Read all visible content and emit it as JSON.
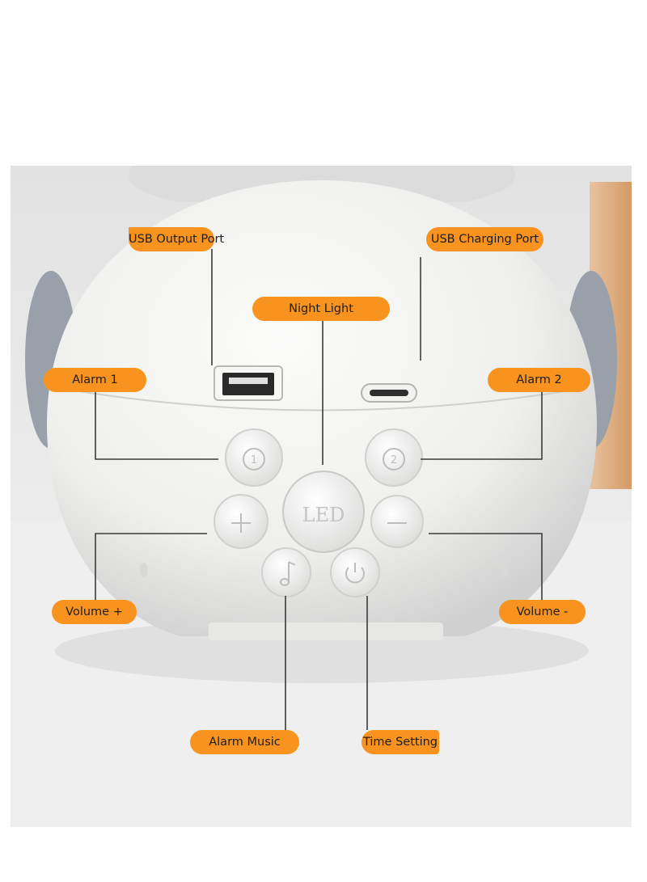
{
  "labels": {
    "usb_output_port": "USB Output Port",
    "usb_charging_port": "USB Charging Port",
    "night_light": "Night Light",
    "alarm_1": "Alarm 1",
    "alarm_2": "Alarm 2",
    "volume_plus": "Volume +",
    "volume_minus": "Volume -",
    "alarm_music": "Alarm Music",
    "time_setting": "Time Setting"
  },
  "device": {
    "led_button_text": "LED",
    "alarm1_icon_text": "1",
    "alarm2_icon_text": "2",
    "volume_plus_symbol": "+",
    "volume_minus_symbol": "—",
    "music_icon": "music-note-icon",
    "power_icon": "power-icon"
  },
  "colors": {
    "callout_fill": "#f7931e",
    "leader_line": "#3a3a3a",
    "device_body": "#f4f4f2",
    "background": "#ececec"
  }
}
